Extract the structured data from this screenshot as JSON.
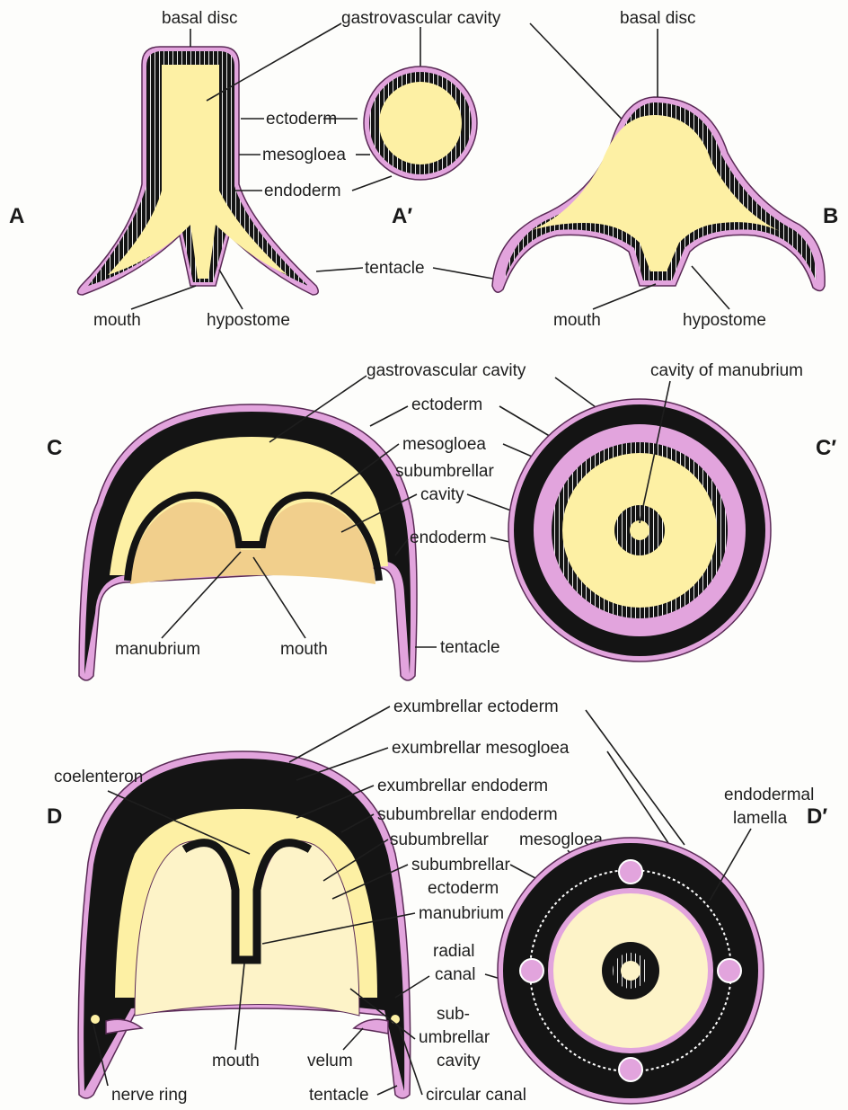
{
  "colors": {
    "cavity": "#fdf0a4",
    "subumbrella_cavity": "#f1cf8c",
    "ectoderm": "#e2a4dd",
    "tissue": "#141414",
    "outline": "#5a2a56",
    "cell_tick": "#ffffff"
  },
  "figures": {
    "A": {
      "letter": "A",
      "basal_disc": "basal disc",
      "gastrovascular_cavity": "gastrovascular cavity",
      "ectoderm": "ectoderm",
      "mesogloea": "mesogloea",
      "endoderm": "endoderm",
      "tentacle": "tentacle",
      "mouth": "mouth",
      "hypostome": "hypostome"
    },
    "A_prime": {
      "letter": "A′"
    },
    "B": {
      "letter": "B",
      "basal_disc": "basal disc",
      "mouth": "mouth",
      "hypostome": "hypostome"
    },
    "C": {
      "letter": "C",
      "gastrovascular_cavity": "gastrovascular cavity",
      "ectoderm": "ectoderm",
      "mesogloea": "mesogloea",
      "subumbrellar": "subumbrellar",
      "cavity": "cavity",
      "endoderm": "endoderm",
      "manubrium": "manubrium",
      "mouth": "mouth",
      "tentacle": "tentacle"
    },
    "C_prime": {
      "letter": "C′",
      "cavity_of_manubrium": "cavity of manubrium"
    },
    "D": {
      "letter": "D",
      "coelenteron": "coelenteron",
      "exumbrellar_ectoderm": "exumbrellar ectoderm",
      "exumbrellar_mesogloea": "exumbrellar mesogloea",
      "exumbrellar_endoderm": "exumbrellar endoderm",
      "subumbrellar_endoderm": "subumbrellar endoderm",
      "subumbrellar_1": "subumbrellar",
      "mesogloea": "mesogloea",
      "subumbrellar_2": "subumbrellar",
      "ectoderm": "ectoderm",
      "manubrium": "manubrium",
      "radial": "radial",
      "canal": "canal",
      "sub": "sub-",
      "umbrellar": "umbrellar",
      "cavity": "cavity",
      "mouth": "mouth",
      "velum": "velum",
      "nerve_ring": "nerve ring",
      "tentacle": "tentacle",
      "circular_canal": "circular canal"
    },
    "D_prime": {
      "letter": "D′",
      "endodermal": "endodermal",
      "lamella": "lamella"
    }
  }
}
